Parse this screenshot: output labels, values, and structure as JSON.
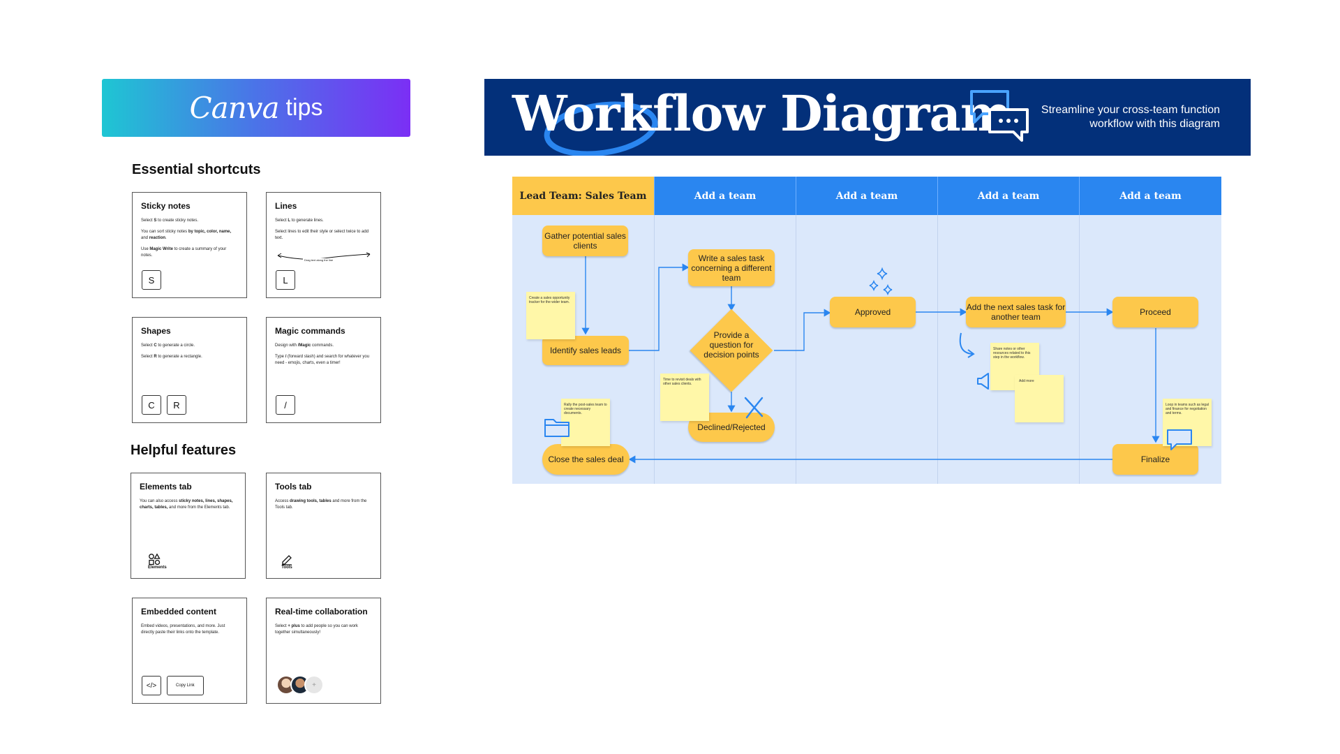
{
  "tips": {
    "brand": "Canva",
    "brand_suffix": "tips",
    "essential_heading": "Essential shortcuts",
    "helpful_heading": "Helpful features",
    "cards": {
      "sticky_notes": {
        "title": "Sticky notes",
        "line1_pre": "Select ",
        "line1_key": "S",
        "line1_post": " to create sticky notes.",
        "line2_pre": "You can sort sticky notes ",
        "line2_bold": "by topic, color, name,",
        "line2_mid": " and ",
        "line2_bold2": "reaction",
        "line2_post": ".",
        "line3_pre": "Use ",
        "line3_bold": "Magic Write",
        "line3_post": " to create a summary of your notes.",
        "key": "S"
      },
      "lines": {
        "title": "Lines",
        "line1_pre": "Select ",
        "line1_key": "L",
        "line1_post": " to generate lines.",
        "line2": "Select lines to edit their style or select twice to add text.",
        "drag_text": "Drag text along the line",
        "key": "L"
      },
      "shapes": {
        "title": "Shapes",
        "line1_pre": "Select ",
        "line1_key": "C",
        "line1_post": " to generate a circle.",
        "line2_pre": "Select ",
        "line2_key": "R",
        "line2_post": " to generate a rectangle.",
        "key1": "C",
        "key2": "R"
      },
      "magic": {
        "title": "Magic commands",
        "line1_pre": "Design with ",
        "line1_bold": "/Magic",
        "line1_post": " commands.",
        "line2_pre": "Type ",
        "line2_bold": "/",
        "line2_post": " (forward slash) and search for whatever you need - emojis, charts, even a timer!",
        "key": "/"
      },
      "elements": {
        "title": "Elements tab",
        "line1_pre": "You can also access ",
        "line1_bold": "sticky notes, lines, shapes, charts, tables,",
        "line1_post": " and more from the Elements tab.",
        "icon_label": "Elements"
      },
      "tools": {
        "title": "Tools tab",
        "line1_pre": "Access ",
        "line1_bold": "drawing tools, tables",
        "line1_post": " and more from the Tools tab.",
        "icon_label": "Tools"
      },
      "embedded": {
        "title": "Embedded content",
        "line1": "Embed videos, presentations, and more. Just directly paste their links onto the template.",
        "key": "</>",
        "pill": "Copy Link"
      },
      "collab": {
        "title": "Real-time collaboration",
        "line1_pre": "Select ",
        "line1_bold": "+ plus",
        "line1_post": " to add people so you can work together simultaneously!",
        "more": "+"
      }
    }
  },
  "workflow": {
    "title": "Workflow Diagram",
    "subtitle": "Streamline your cross-team function workflow with this diagram",
    "teams": [
      "Lead Team: Sales Team",
      "Add a team",
      "Add a team",
      "Add a team",
      "Add a team"
    ],
    "nodes": {
      "gather": "Gather potential sales clients",
      "identify": "Identify sales leads",
      "close": "Close the sales deal",
      "write": "Write a sales task concerning a different team",
      "decision": "Provide a question for decision points",
      "declined": "Declined/Rejected",
      "approved": "Approved",
      "next_task": "Add the next sales task for another team",
      "proceed": "Proceed",
      "finalize": "Finalize"
    },
    "stickies": {
      "s1": "Create a sales opportunity tracker for the wider team.",
      "s2": "Rally the post-sales team to create necessary documents.",
      "s3": "Time to revisit deals with other sales clients.",
      "s4": "Share notes or other resources related to this step in the workflow.",
      "s5": "Add more",
      "s6": "Loop in teams such as legal and finance for negotiation and terms."
    },
    "colors": {
      "header_bg": "#03307a",
      "lead_head": "#fdc84b",
      "team_head": "#2a86f0",
      "lane_bg": "#dbe8fb",
      "node": "#fdc84b",
      "sticky": "#fff7a8",
      "connector": "#2a86f0"
    }
  }
}
